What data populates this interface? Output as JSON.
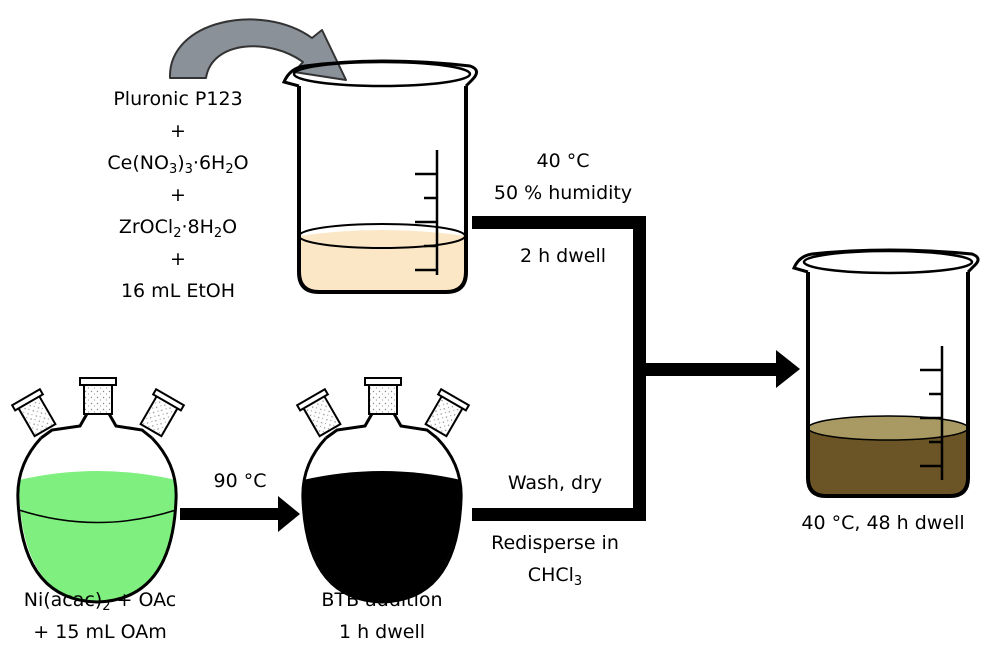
{
  "reagents": {
    "line1": "Pluronic P123",
    "plus1": "+",
    "line2_pre": "Ce(NO",
    "line2_sub1": "3",
    "line2_mid": ")",
    "line2_sub2": "3",
    "line2_post": "·6H",
    "line2_sub3": "2",
    "line2_end": "O",
    "plus2": "+",
    "line3_pre": "ZrOCl",
    "line3_sub": "2",
    "line3_mid": "·8H",
    "line3_sub2": "2",
    "line3_end": "O",
    "plus3": "+",
    "line4": "16 mL EtOH"
  },
  "top_condition": {
    "line1": "40 °C",
    "line2": "50 % humidity",
    "line3": "2 h dwell"
  },
  "flask_step": {
    "condition": "90 °C"
  },
  "nickel_reagents": {
    "line1_pre": "Ni(acac)",
    "line1_sub": "2",
    "line1_post": " + OAc",
    "line2": "+ 15 mL OAm"
  },
  "btb_step": {
    "line1": "BTB addition",
    "line2": "1 h dwell"
  },
  "workup": {
    "line1": "Wash, dry",
    "line2": "Redisperse in",
    "line3_pre": "CHCl",
    "line3_sub": "3"
  },
  "final_step": {
    "label": "40 °C, 48 h dwell"
  },
  "colors": {
    "precursor_solution": "#fbe7c6",
    "nickel_solution": "#7ff07f",
    "btb_solution": "#000000",
    "final_solution": "#6b5526",
    "final_surface": "#a89a62",
    "curved_arrow": "#8a9199",
    "arrow": "#000000"
  }
}
